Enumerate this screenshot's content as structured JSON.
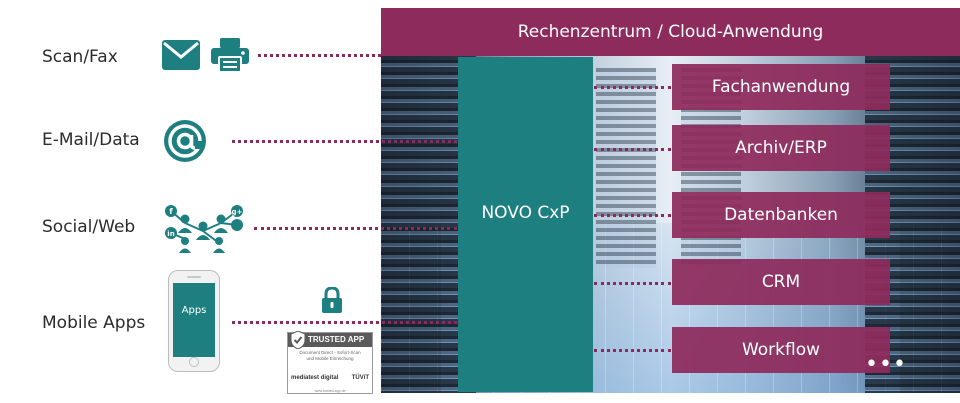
{
  "sources": [
    {
      "id": "scan-fax",
      "label": "Scan/Fax",
      "icons": [
        "envelope-icon",
        "printer-icon"
      ]
    },
    {
      "id": "email-data",
      "label": "E-Mail/Data",
      "icons": [
        "at-sign-icon"
      ]
    },
    {
      "id": "social-web",
      "label": "Social/Web",
      "icons": [
        "social-network-icon"
      ]
    },
    {
      "id": "mobile-apps",
      "label": "Mobile Apps",
      "icons": [
        "smartphone-icon",
        "lock-icon",
        "trusted-app-badge"
      ]
    }
  ],
  "phone": {
    "screen_label": "Apps"
  },
  "badge": {
    "title": "TRUSTED APP",
    "lines": [
      "Document Direct - Sofort-Scan",
      "und Mobile Einreichung"
    ],
    "logo_left": "mediatest digital",
    "logo_right": "TÜViT",
    "footer": "www.trusted-app.de"
  },
  "datacenter": {
    "banner": "Rechenzentrum / Cloud-Anwendung",
    "core": "NOVO CxP",
    "targets": [
      "Fachanwendung",
      "Archiv/ERP",
      "Datenbanken",
      "CRM",
      "Workflow"
    ],
    "more": "•••"
  },
  "colors": {
    "accent_magenta": "#8e2b5d",
    "accent_teal": "#1e7f80"
  }
}
